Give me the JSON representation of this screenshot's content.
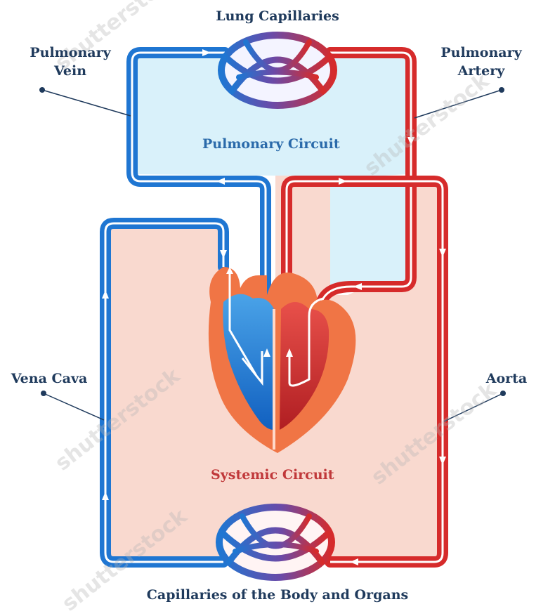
{
  "labels": {
    "lung_capillaries": "Lung Capillaries",
    "pulmonary_vein_line1": "Pulmonary",
    "pulmonary_vein_line2": "Vein",
    "pulmonary_artery_line1": "Pulmonary",
    "pulmonary_artery_line2": "Artery",
    "pulmonary_circuit": "Pulmonary Circuit",
    "vena_cava": "Vena Cava",
    "aorta": "Aorta",
    "systemic_circuit": "Systemic Circuit",
    "body_capillaries": "Capillaries of the Body and Organs"
  },
  "watermarks": [
    "shutterstock",
    "shutterstock",
    "shutterstock",
    "shutterstock",
    "shutterstock"
  ],
  "colors": {
    "oxygenated": "#d62b2b",
    "deoxygenated": "#1f76d2",
    "pulmonary_region": "#d9f1fa",
    "systemic_region": "#f9d9cf",
    "heart_outer": "#f07545",
    "label_text": "#1f3a5c",
    "pulmonary_label": "#2a6aaa",
    "systemic_label": "#c0383a"
  }
}
